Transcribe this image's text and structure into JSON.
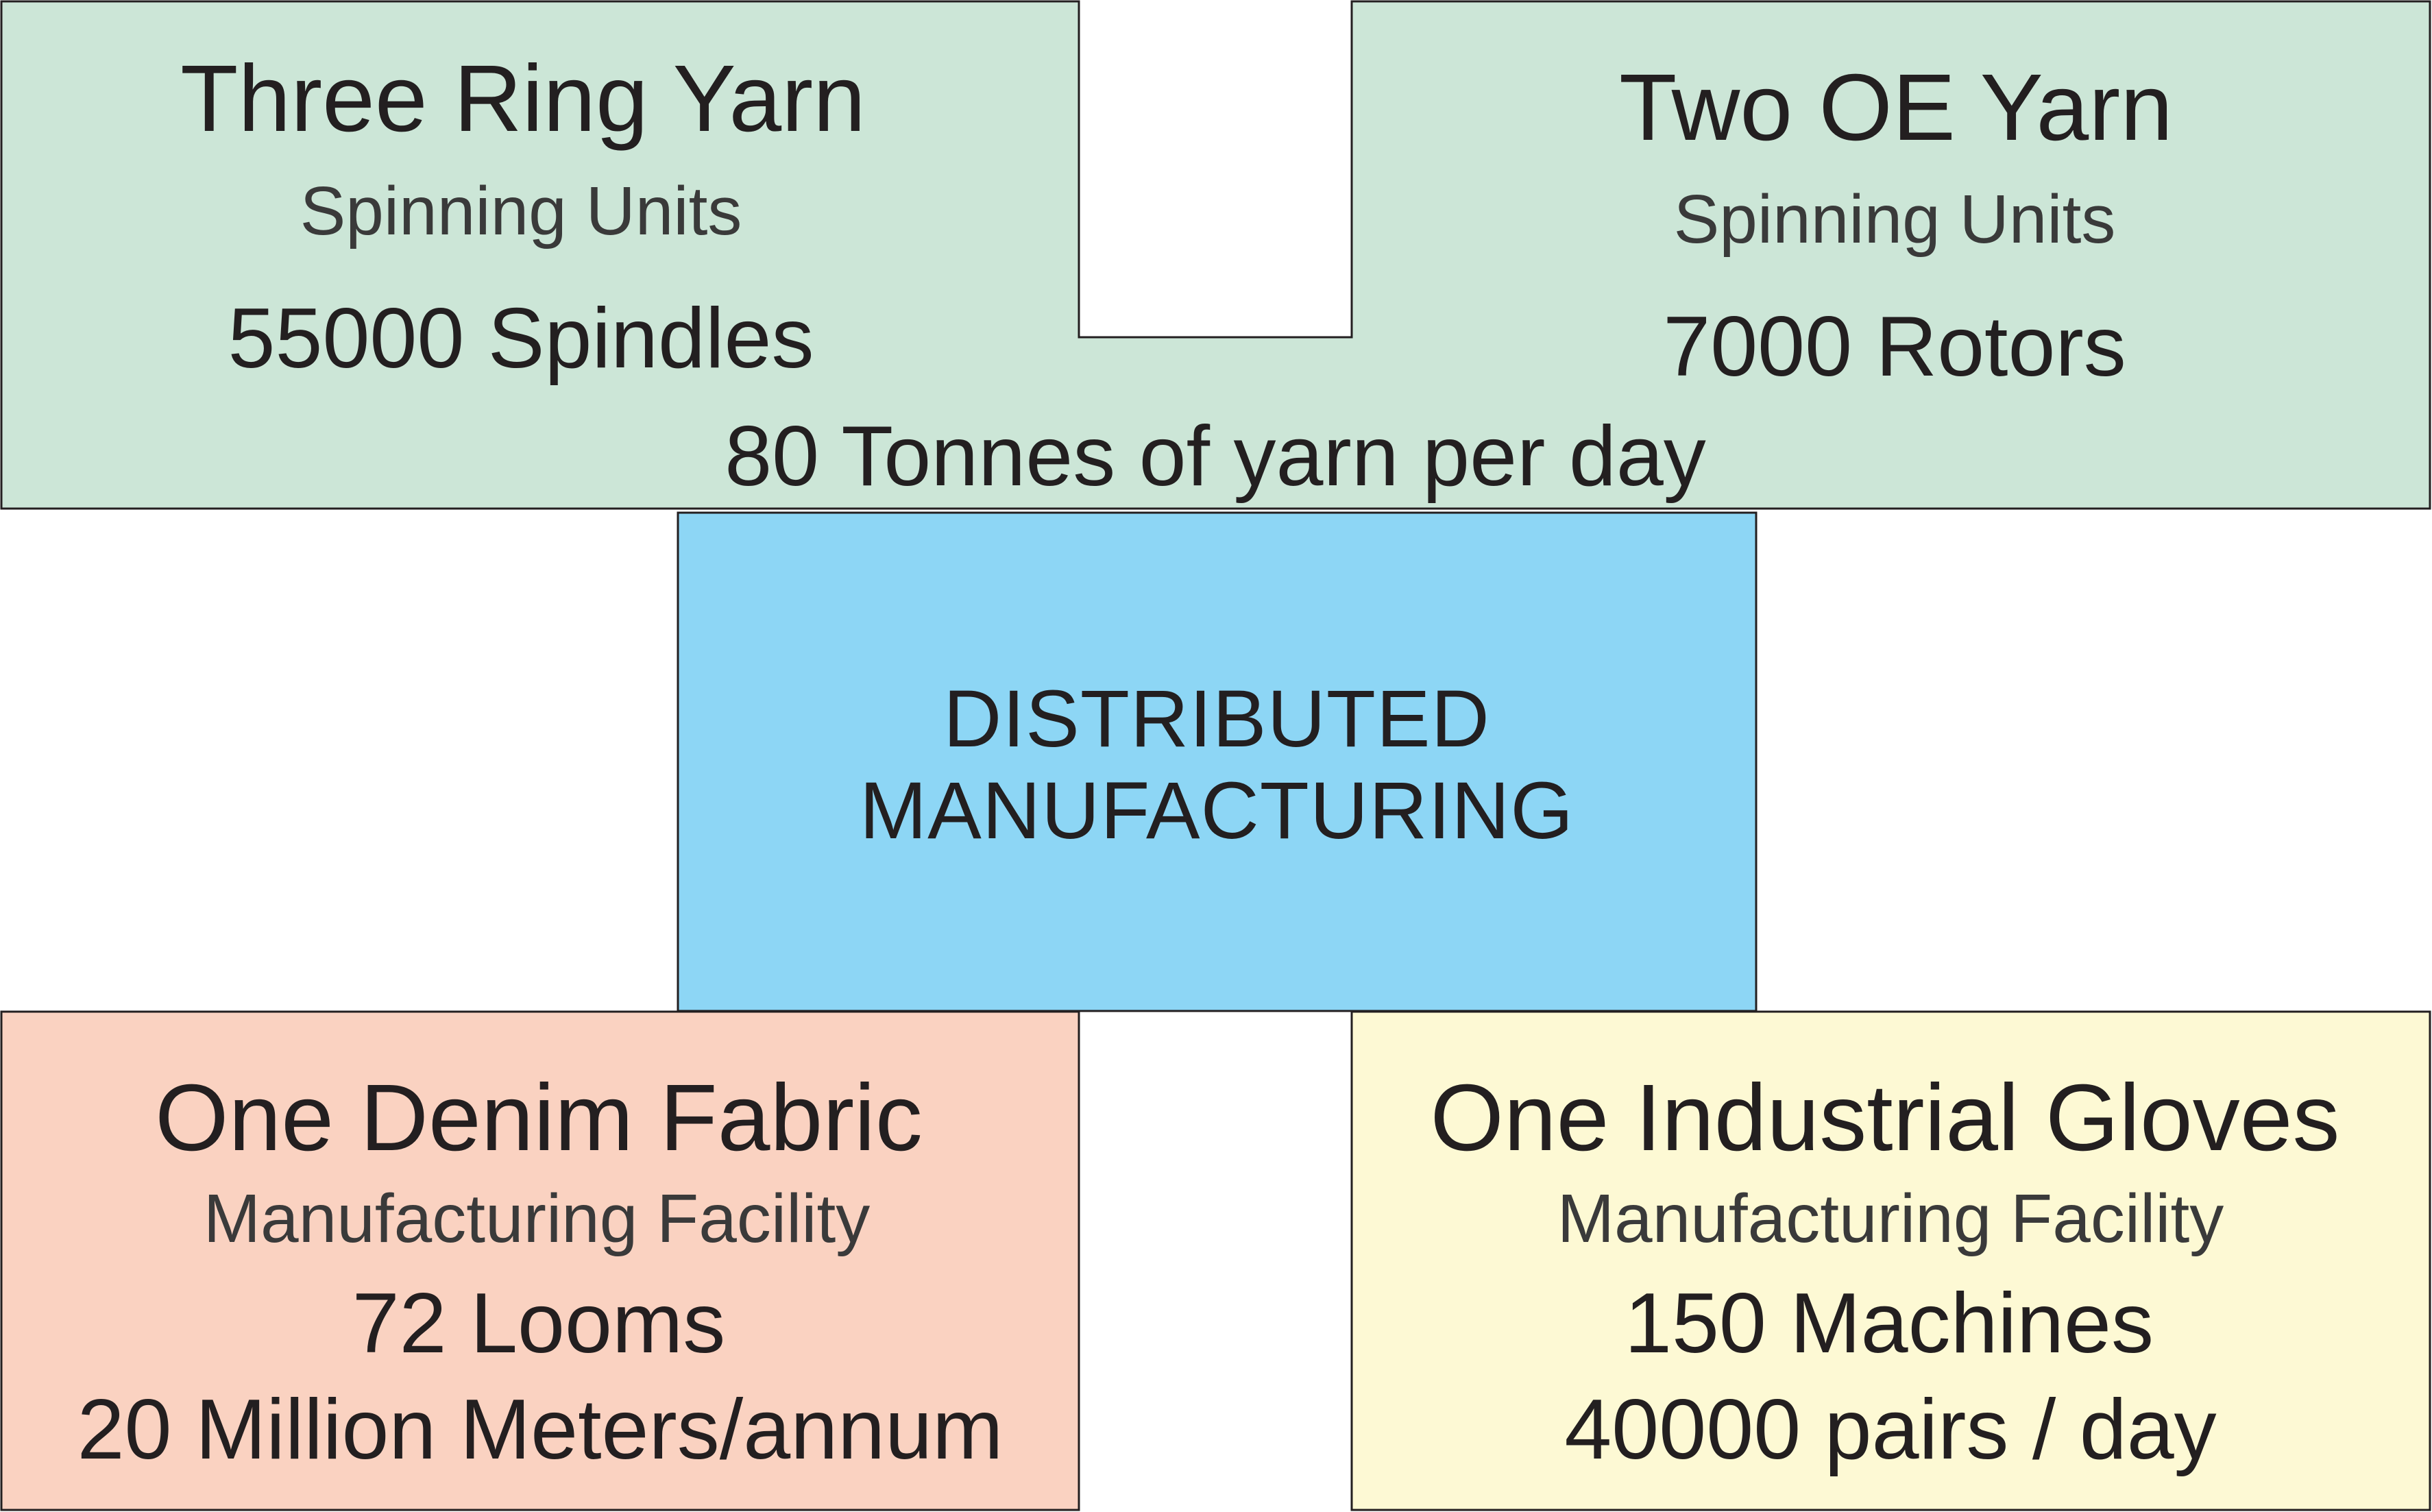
{
  "colors": {
    "yarn_fill": "#cce6d7",
    "center_fill": "#8dd6f5",
    "denim_fill": "#fad2c1",
    "gloves_fill": "#fdf9d4",
    "stroke": "#231f20",
    "text": "#231f20"
  },
  "yarn": {
    "ring": {
      "title": "Three Ring Yarn",
      "subtitle": "Spinning Units",
      "capacity": "55000 Spindles"
    },
    "oe": {
      "title": "Two OE Yarn",
      "subtitle": "Spinning Units",
      "capacity": "7000 Rotors"
    },
    "output": "80 Tonnes of yarn per day"
  },
  "center": {
    "line1": "DISTRIBUTED",
    "line2": "MANUFACTURING"
  },
  "denim": {
    "title": "One Denim Fabric",
    "subtitle": "Manufacturing Facility",
    "capacity": "72 Looms",
    "output": "20 Million Meters/annum"
  },
  "gloves": {
    "title": "One Industrial Gloves",
    "subtitle": "Manufacturing Facility",
    "capacity": "150 Machines",
    "output": "40000 pairs / day"
  }
}
